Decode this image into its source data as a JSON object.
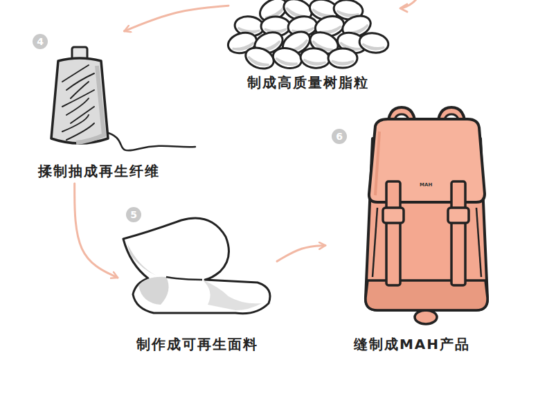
{
  "diagram": {
    "nodes": [
      {
        "text": [
          "制成高质量树脂粒"
        ]
      },
      {
        "text": [
          "揉制抽成再生纤维"
        ]
      },
      {
        "text": [
          "制作成可再生面料"
        ]
      },
      {
        "text": [
          "缝制成MAH产品"
        ]
      }
    ],
    "edges": [
      {
        "from": 0,
        "to": 1,
        "arrow": "to"
      },
      {
        "from": 1,
        "to": 2,
        "arrow": "to"
      },
      {
        "from": 2,
        "to": 3,
        "arrow": "to"
      }
    ],
    "labels": [
      "4",
      "5",
      "6",
      "MAH"
    ]
  }
}
